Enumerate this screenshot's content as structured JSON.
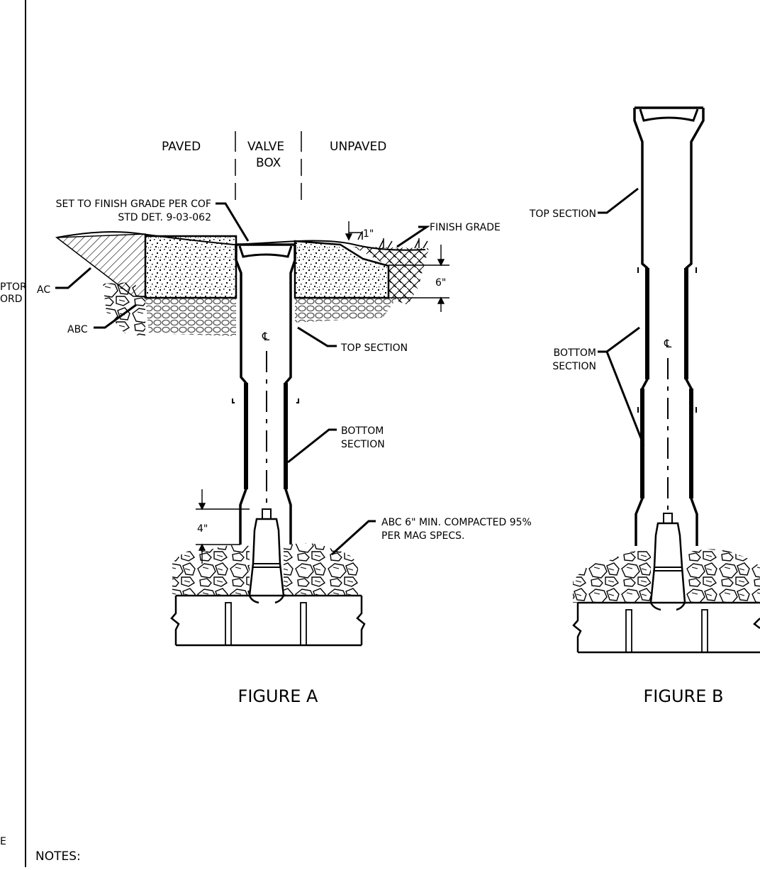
{
  "margin": {
    "line1": "PTOR",
    "line2": "ORD",
    "bottom_char": "E"
  },
  "columns": {
    "paved": "PAVED",
    "valve_box_1": "VALVE",
    "valve_box_2": "BOX",
    "unpaved": "UNPAVED"
  },
  "figure_a": {
    "title": "FIGURE A",
    "set_grade_1": "SET TO FINISH GRADE PER COF",
    "set_grade_2": "STD DET. 9-03-062",
    "one_inch": "1\"",
    "finish_grade": "FINISH GRADE",
    "six_inch": "6\"",
    "ac": "AC",
    "abc": "ABC",
    "centerline": "℄",
    "top_section": "TOP SECTION",
    "bottom_section_1": "BOTTOM",
    "bottom_section_2": "SECTION",
    "four_inch": "4\"",
    "abc_note_1": "ABC 6\" MIN. COMPACTED 95%",
    "abc_note_2": "PER MAG SPECS."
  },
  "figure_b": {
    "title": "FIGURE B",
    "top_section": "TOP SECTION",
    "bottom_section_1": "BOTTOM",
    "bottom_section_2": "SECTION",
    "centerline": "℄"
  },
  "notes": {
    "heading": "NOTES:"
  }
}
